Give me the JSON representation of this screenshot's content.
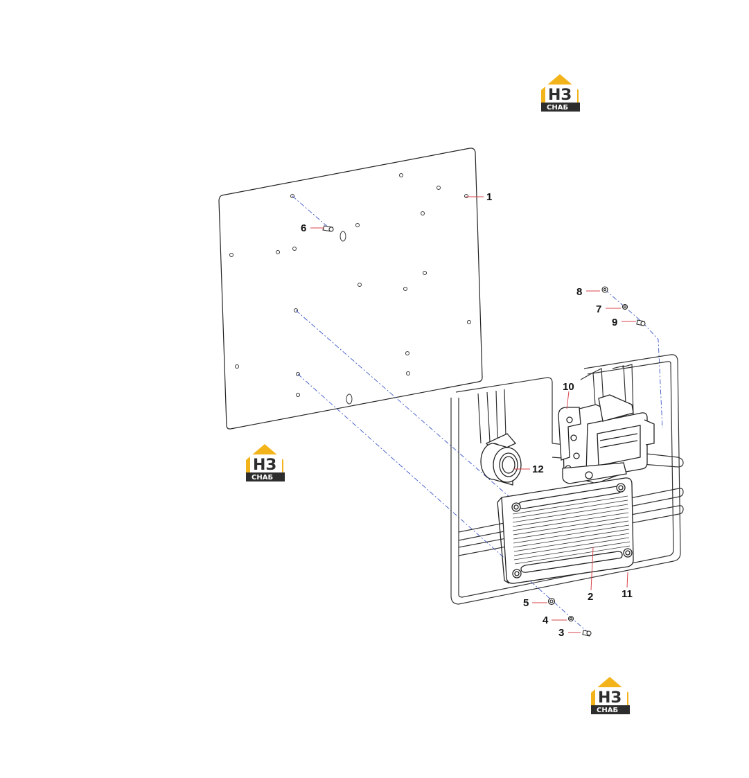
{
  "diagram": {
    "callouts": [
      {
        "id": "1",
        "label": "1"
      },
      {
        "id": "2",
        "label": "2"
      },
      {
        "id": "3",
        "label": "3"
      },
      {
        "id": "4",
        "label": "4"
      },
      {
        "id": "5",
        "label": "5"
      },
      {
        "id": "6",
        "label": "6"
      },
      {
        "id": "7",
        "label": "7"
      },
      {
        "id": "8",
        "label": "8"
      },
      {
        "id": "9",
        "label": "9"
      },
      {
        "id": "10",
        "label": "10"
      },
      {
        "id": "11",
        "label": "11"
      },
      {
        "id": "12",
        "label": "12"
      }
    ],
    "leader_color": "#d9434a",
    "center_line_color": "#3b55c9"
  },
  "watermark": {
    "logo_letters": "НЗ",
    "logo_caption": "СНАБ",
    "colors": {
      "roof": "#f3b41b",
      "box": "#2d2d2d",
      "letters": "#ffffff",
      "accent": "#f3b41b"
    }
  }
}
